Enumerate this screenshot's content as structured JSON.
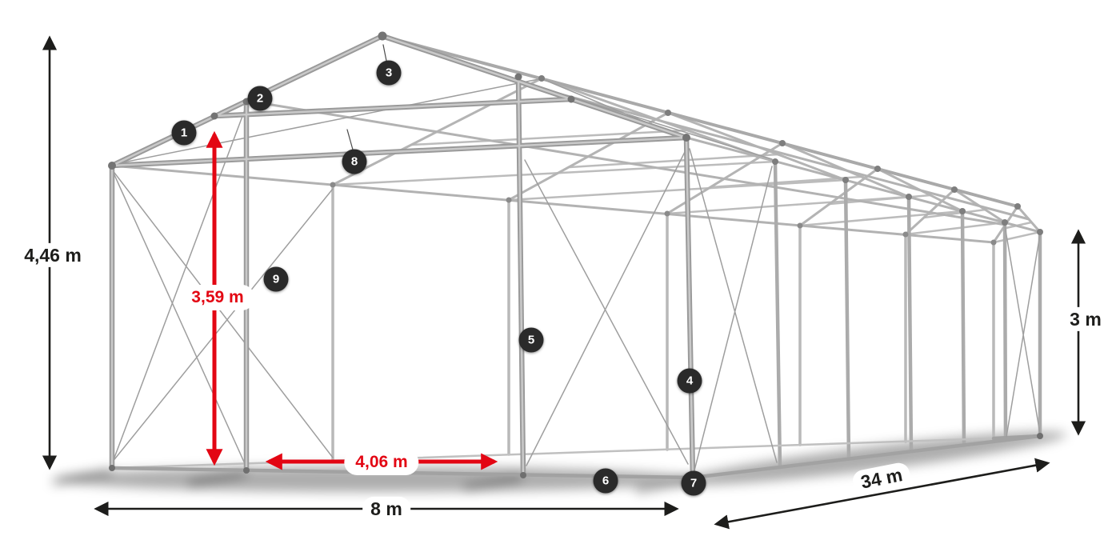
{
  "diagram": {
    "name": "tent-frame-construction-diagram",
    "dimension_labels": {
      "total_height": "4,46 m",
      "inner_height": "3,59 m",
      "entrance_width": "4,06 m",
      "side_height": "3 m",
      "front_width": "8 m",
      "length": "34 m"
    },
    "callouts": [
      {
        "number": "1"
      },
      {
        "number": "2"
      },
      {
        "number": "3"
      },
      {
        "number": "4"
      },
      {
        "number": "5"
      },
      {
        "number": "6"
      },
      {
        "number": "7"
      },
      {
        "number": "8"
      },
      {
        "number": "9"
      }
    ],
    "colors": {
      "accent_red": "#e30613",
      "dimension_text": "#1d1d1b",
      "frame_gray": "#b0b0b0",
      "callout_background": "#2a2a2a",
      "callout_text": "#ffffff"
    }
  }
}
